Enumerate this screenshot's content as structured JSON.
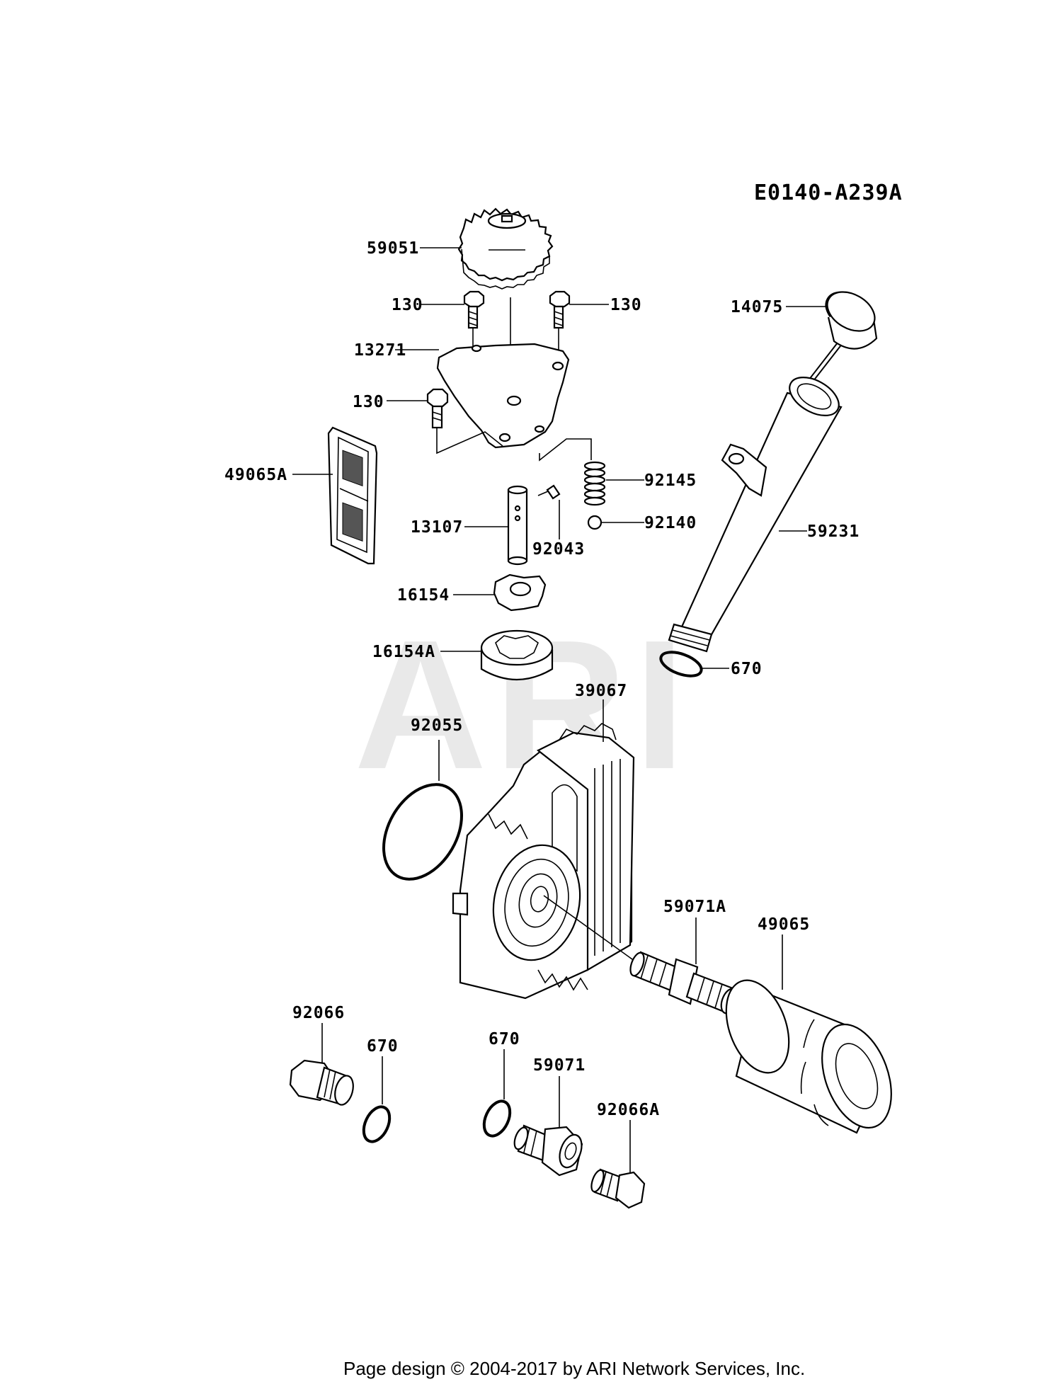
{
  "diagram_code": "E0140-A239A",
  "watermark": "ARI",
  "footer": "Page design © 2004-2017 by ARI Network Services, Inc.",
  "callouts": {
    "gear": "59051",
    "bolt_left": "130",
    "bolt_right": "130",
    "plate": "13271",
    "bolt_lower": "130",
    "screen": "49065A",
    "spring": "92145",
    "shaft": "13107",
    "pin": "92043",
    "ball": "92140",
    "rotor_inner": "16154",
    "rotor_outer": "16154A",
    "dipstick": "14075",
    "filler_tube": "59231",
    "oring_tube": "670",
    "housing": "39067",
    "gasket": "92055",
    "fitting_a": "59071A",
    "oil_filter": "49065",
    "plug": "92066",
    "oring_plug": "670",
    "oring_fitting": "670",
    "fitting": "59071",
    "plug_a": "92066A"
  }
}
